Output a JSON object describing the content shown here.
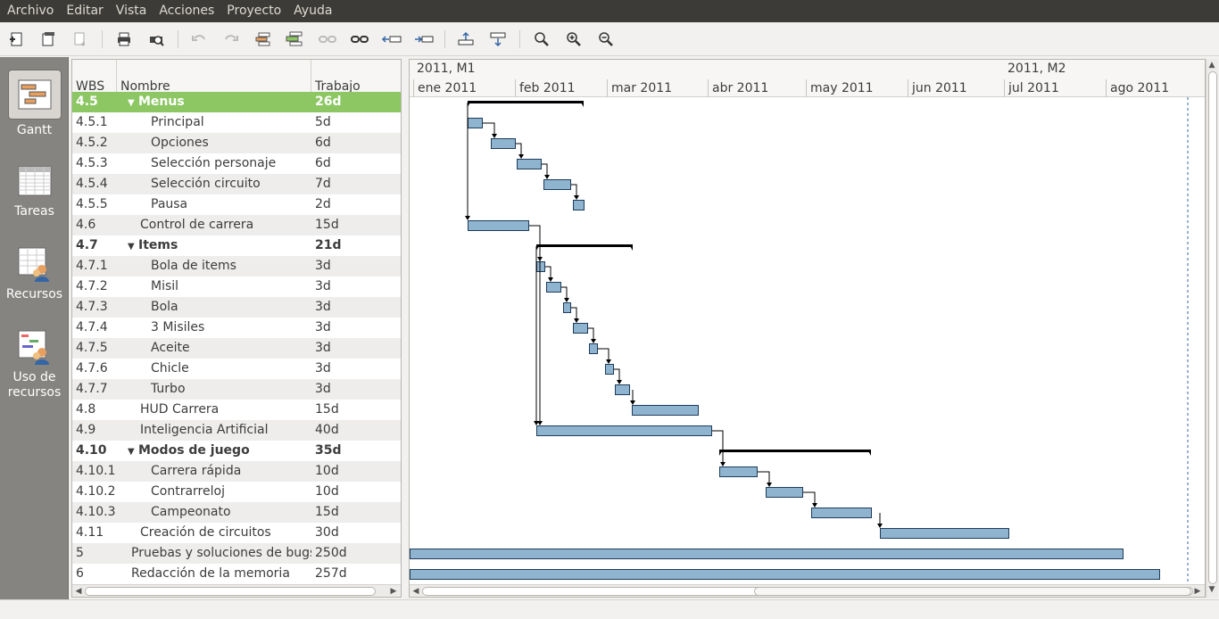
{
  "menubar": {
    "items": [
      "Archivo",
      "Editar",
      "Vista",
      "Acciones",
      "Proyecto",
      "Ayuda"
    ]
  },
  "toolbar": {
    "buttons": [
      "new-project-icon",
      "open-project-icon",
      "save-project-icon",
      "print-icon",
      "print-preview-icon",
      "undo-icon",
      "redo-icon",
      "insert-task-icon",
      "insert-tasks-icon",
      "link-tasks-icon",
      "unlink-tasks-icon",
      "indent-task-icon",
      "unindent-task-icon",
      "move-task-up-icon",
      "move-task-down-icon",
      "zoom-fit-icon",
      "zoom-in-icon",
      "zoom-out-icon"
    ]
  },
  "sidebar": {
    "items": [
      {
        "label": "Gantt",
        "icon": "gantt-view-icon",
        "active": true
      },
      {
        "label": "Tareas",
        "icon": "task-view-icon",
        "active": false
      },
      {
        "label": "Recursos",
        "icon": "resource-view-icon",
        "active": false
      },
      {
        "label": "Uso de recursos",
        "icon": "resource-usage-icon",
        "active": false
      }
    ]
  },
  "tree": {
    "headers": {
      "wbs": "WBS",
      "name": "Nombre",
      "work": "Trabajo"
    },
    "rows": [
      {
        "wbs": "4.5",
        "name": "Menus",
        "work": "26d",
        "level": 1,
        "summary": true,
        "selected": true
      },
      {
        "wbs": "4.5.1",
        "name": "Principal",
        "work": "5d",
        "level": 2
      },
      {
        "wbs": "4.5.2",
        "name": "Opciones",
        "work": "6d",
        "level": 2
      },
      {
        "wbs": "4.5.3",
        "name": "Selección personaje",
        "work": "6d",
        "level": 2
      },
      {
        "wbs": "4.5.4",
        "name": "Selección circuito",
        "work": "7d",
        "level": 2
      },
      {
        "wbs": "4.5.5",
        "name": "Pausa",
        "work": "2d",
        "level": 2
      },
      {
        "wbs": "4.6",
        "name": "Control de carrera",
        "work": "15d",
        "level": 1
      },
      {
        "wbs": "4.7",
        "name": "Items",
        "work": "21d",
        "level": 1,
        "summary": true
      },
      {
        "wbs": "4.7.1",
        "name": "Bola de items",
        "work": "3d",
        "level": 2
      },
      {
        "wbs": "4.7.2",
        "name": "Misil",
        "work": "3d",
        "level": 2
      },
      {
        "wbs": "4.7.3",
        "name": "Bola",
        "work": "3d",
        "level": 2
      },
      {
        "wbs": "4.7.4",
        "name": "3 Misiles",
        "work": "3d",
        "level": 2
      },
      {
        "wbs": "4.7.5",
        "name": "Aceite",
        "work": "3d",
        "level": 2
      },
      {
        "wbs": "4.7.6",
        "name": "Chicle",
        "work": "3d",
        "level": 2
      },
      {
        "wbs": "4.7.7",
        "name": "Turbo",
        "work": "3d",
        "level": 2
      },
      {
        "wbs": "4.8",
        "name": "HUD Carrera",
        "work": "15d",
        "level": 1
      },
      {
        "wbs": "4.9",
        "name": "Inteligencia Artificial",
        "work": "40d",
        "level": 1
      },
      {
        "wbs": "4.10",
        "name": "Modos de juego",
        "work": "35d",
        "level": 1,
        "summary": true
      },
      {
        "wbs": "4.10.1",
        "name": "Carrera rápida",
        "work": "10d",
        "level": 2
      },
      {
        "wbs": "4.10.2",
        "name": "Contrarreloj",
        "work": "10d",
        "level": 2
      },
      {
        "wbs": "4.10.3",
        "name": "Campeonato",
        "work": "15d",
        "level": 2
      },
      {
        "wbs": "4.11",
        "name": "Creación de circuitos",
        "work": "30d",
        "level": 1
      },
      {
        "wbs": "5",
        "name": "Pruebas y soluciones de bugs",
        "work": "250d",
        "level": 0
      },
      {
        "wbs": "6",
        "name": "Redacción de la memoria",
        "work": "257d",
        "level": 0
      }
    ]
  },
  "gantt": {
    "major": [
      {
        "label": "2011, M1"
      },
      {
        "label": "2011, M2"
      }
    ],
    "minor": [
      {
        "label": "ene 2011"
      },
      {
        "label": "feb 2011"
      },
      {
        "label": "mar 2011"
      },
      {
        "label": "abr 2011"
      },
      {
        "label": "may 2011"
      },
      {
        "label": "jun 2011"
      },
      {
        "label": "jul 2011"
      },
      {
        "label": "ago 2011"
      }
    ],
    "bar_color": "#8fb4cf",
    "summary_color": "#000000"
  }
}
